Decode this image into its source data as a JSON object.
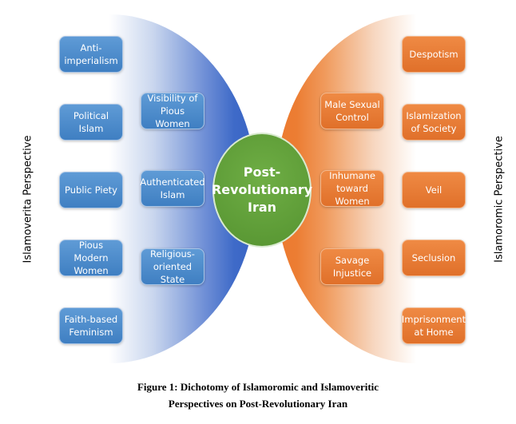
{
  "center_label": "Post-\nRevolutionary Iran",
  "left_perspective": "Islamoverita Perspective",
  "right_perspective": "Islamoromic Perspective",
  "left_outer": [
    "Anti-imperialism",
    "Political Islam",
    "Public Piety",
    "Pious Modern Women",
    "Faith-based Feminism"
  ],
  "left_inner": [
    "Visibility of Pious Women",
    "Authenticated Islam",
    "Religious-oriented State"
  ],
  "right_inner": [
    "Male Sexual Control",
    "Inhumane toward Women",
    "Savage Injustice"
  ],
  "right_outer": [
    "Despotism",
    "Islamization of Society",
    "Veil",
    "Seclusion",
    "Imprisonment at Home"
  ],
  "caption": {
    "line1": "Figure 1: Dichotomy of Islamoromic and Islamoveritic",
    "line2": "Perspectives on Post-Revolutionary Iran"
  },
  "colors": {
    "blue": "#3e6ac8",
    "orange": "#eb7a2f",
    "green": "#559330"
  }
}
